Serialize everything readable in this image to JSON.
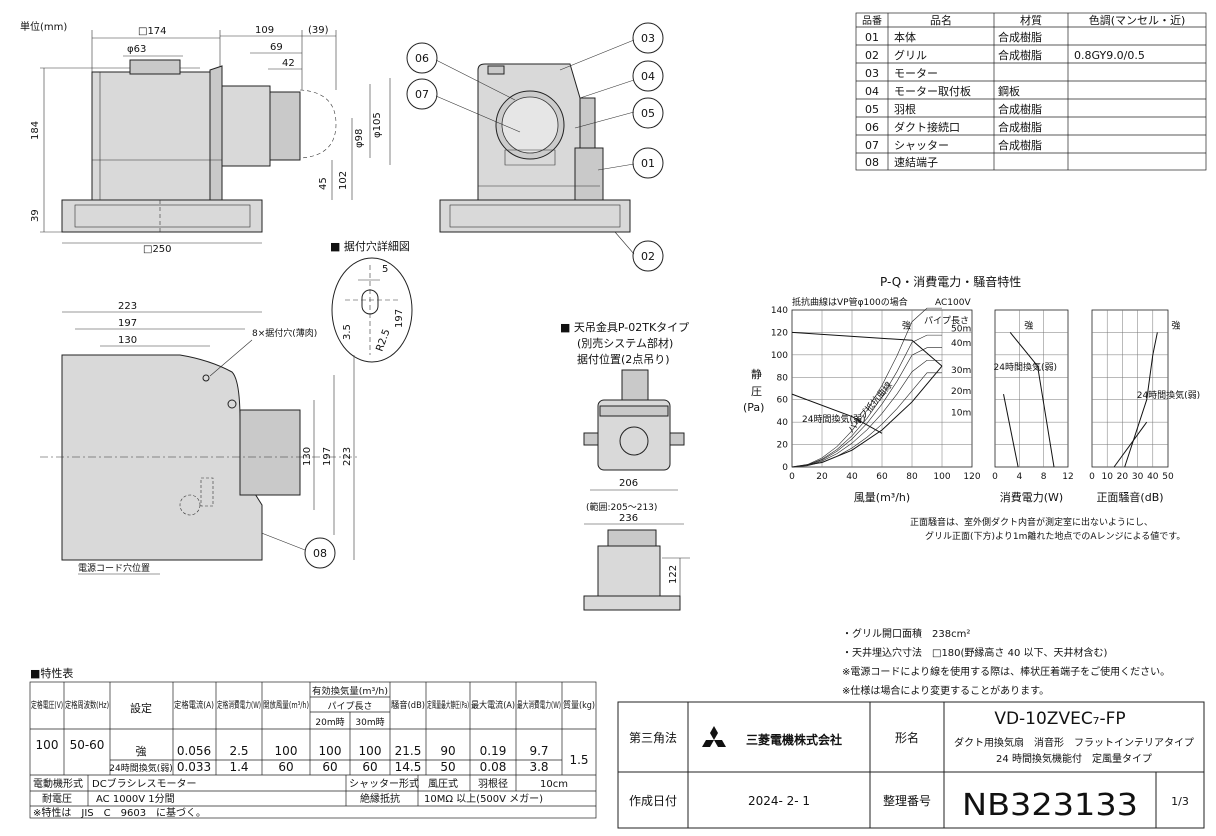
{
  "drawing": {
    "unit_label": "単位(mm)",
    "dims_front": [
      "□174",
      "φ63",
      "109",
      "(39)",
      "69",
      "42",
      "184",
      "φ98",
      "φ105",
      "45",
      "102",
      "39",
      "□250"
    ],
    "detail_title": "■ 据付穴詳細図",
    "detail_dims": [
      "5",
      "3.5",
      "R2.5",
      "197"
    ],
    "dims_top": [
      "223",
      "197",
      "130",
      "130",
      "197",
      "223"
    ],
    "mount_hole_label": "8×据付穴(薄肉)",
    "power_cord_label": "電源コード穴位置",
    "hanger": {
      "title": "■ 天吊金具P-02TKタイプ",
      "sub1": "(別売システム部材)",
      "sub2": "据付位置(2点吊り)",
      "dim_206": "206",
      "range": "(範囲:205～213)",
      "dim_236": "236",
      "dim_122": "122"
    },
    "callouts": [
      "03",
      "04",
      "05",
      "01",
      "02",
      "06",
      "07",
      "08"
    ]
  },
  "parts_table": {
    "headers": [
      "品番",
      "品名",
      "材質",
      "色調(マンセル・近)"
    ],
    "rows": [
      [
        "01",
        "本体",
        "合成樹脂",
        ""
      ],
      [
        "02",
        "グリル",
        "合成樹脂",
        "0.8GY9.0/0.5"
      ],
      [
        "03",
        "モーター",
        "",
        ""
      ],
      [
        "04",
        "モーター取付板",
        "鋼板",
        ""
      ],
      [
        "05",
        "羽根",
        "合成樹脂",
        ""
      ],
      [
        "06",
        "ダクト接続口",
        "合成樹脂",
        ""
      ],
      [
        "07",
        "シャッター",
        "合成樹脂",
        ""
      ],
      [
        "08",
        "速結端子",
        "",
        ""
      ]
    ]
  },
  "chart_section": {
    "title": "P-Q・消費電力・騒音特性",
    "note_top": "抵抗曲線はVP管φ100の場合",
    "voltage": "AC100V",
    "y_label_chars": [
      "静",
      "圧"
    ],
    "y_unit": "(Pa)",
    "footnote1": "正面騒音は、室外側ダクト内音が測定室に出ないようにし、",
    "footnote2": "グリル正面(下方)より1m離れた地点でのAレンジによる値です。"
  },
  "chart_data": [
    {
      "type": "line",
      "xlabel": "風量(m³/h)",
      "ylabel": "静圧(Pa)",
      "xlim": [
        0,
        120
      ],
      "ylim": [
        0,
        140
      ],
      "xticks": [
        0,
        20,
        40,
        60,
        80,
        100,
        120
      ],
      "yticks": [
        0,
        20,
        40,
        60,
        80,
        100,
        120,
        140
      ],
      "series": [
        {
          "name": "強",
          "x": [
            0,
            80,
            100
          ],
          "y": [
            120,
            113,
            90
          ]
        },
        {
          "name": "24時間換気(弱)",
          "x": [
            0,
            40,
            60
          ],
          "y": [
            65,
            45,
            30
          ]
        },
        {
          "name": "パイプ抵抗曲線",
          "x": [
            0,
            20,
            40,
            60,
            80,
            100
          ],
          "y": [
            0,
            4,
            15,
            33,
            58,
            90
          ]
        }
      ],
      "annotations": [
        "パイプ長さ",
        "50m",
        "40m",
        "30m",
        "20m",
        "10m"
      ]
    },
    {
      "type": "line",
      "xlabel": "消費電力(W)",
      "xlim": [
        0,
        12
      ],
      "ylim": [
        0,
        140
      ],
      "xticks": [
        0,
        4,
        8,
        12
      ],
      "series": [
        {
          "name": "強",
          "x": [
            2.5,
            7,
            9.7
          ],
          "y": [
            120,
            90,
            0
          ]
        },
        {
          "name": "24時間換気(弱)",
          "x": [
            1.4,
            3.8
          ],
          "y": [
            65,
            0
          ]
        }
      ]
    },
    {
      "type": "line",
      "xlabel": "正面騒音(dB)",
      "xlim": [
        0,
        50
      ],
      "ylim": [
        0,
        140
      ],
      "xticks": [
        0,
        10,
        20,
        30,
        40,
        50
      ],
      "series": [
        {
          "name": "強",
          "x": [
            43,
            40,
            36,
            21.5
          ],
          "y": [
            120,
            100,
            60,
            0
          ]
        },
        {
          "name": "24時間換気(弱)",
          "x": [
            36,
            14.5
          ],
          "y": [
            40,
            0
          ]
        }
      ]
    }
  ],
  "notes": [
    "・グリル開口面積　238cm²",
    "・天井埋込穴寸法　□180(野縁高さ 40 以下、天井材含む)",
    "※電源コードにより線を使用する際は、棒状圧着端子をご使用ください。",
    "※仕様は場合により変更することがあります。"
  ],
  "spec_table": {
    "title": "■特性表",
    "headers": [
      "定格電圧(V)",
      "定格周波数(Hz)",
      "設定",
      "定格電流(A)",
      "定格消費電力(W)",
      "開放風量(m³/h)",
      "有効換気量(m³/h)",
      "騒音(dB)",
      "定風量最大静圧(Pa)",
      "最大電流(A)",
      "最大消費電力(W)",
      "質量(kg)"
    ],
    "sub_headers": [
      "パイプ長さ",
      "20m時",
      "30m時"
    ],
    "voltage": "100",
    "frequency": "50-60",
    "mass": "1.5",
    "rows": [
      {
        "setting": "強",
        "current": "0.056",
        "power": "2.5",
        "open": "100",
        "m20": "100",
        "m30": "100",
        "noise": "21.5",
        "static": "90",
        "max_current": "0.19",
        "max_power": "9.7"
      },
      {
        "setting": "24時間換気(弱)",
        "current": "0.033",
        "power": "1.4",
        "open": "60",
        "m20": "60",
        "m30": "60",
        "noise": "14.5",
        "static": "50",
        "max_current": "0.08",
        "max_power": "3.8"
      }
    ],
    "motor_label": "電動機形式",
    "motor_value": "DCブラシレスモーター",
    "shutter_label": "シャッター形式",
    "shutter_value": "風圧式",
    "blade_label": "羽根径",
    "blade_value": "10cm",
    "withstand_label": "耐電圧",
    "withstand_value": "AC 1000V 1分間",
    "insulation_label": "絶縁抵抗",
    "insulation_value": "10MΩ 以上(500V メガー)",
    "jis": "※特性は　JIS　C　9603　に基づく。"
  },
  "title_block": {
    "projection": "第三角法",
    "company": "三菱電機株式会社",
    "model_label": "形名",
    "model": "VD-10ZVEC₇-FP",
    "desc1": "ダクト用換気扇　消音形　フラットインテリアタイプ",
    "desc2": "24 時間換気機能付　定風量タイプ",
    "date_label": "作成日付",
    "date": "2024- 2- 1",
    "number_label": "整理番号",
    "number": "NB323133",
    "page": "1/3"
  }
}
